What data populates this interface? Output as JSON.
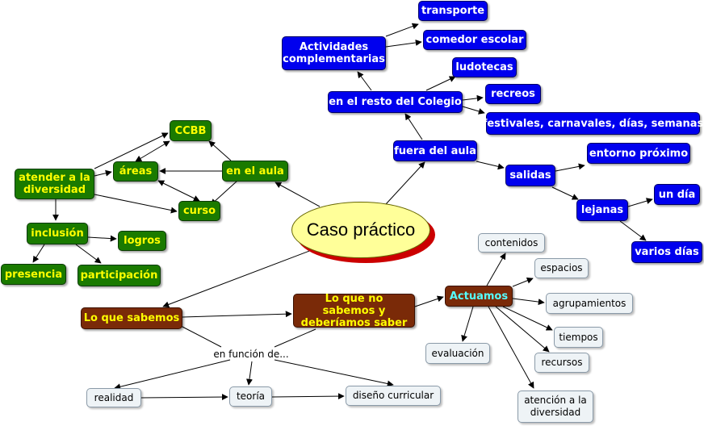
{
  "center": "Caso práctico",
  "nodes": {
    "transporte": "transporte",
    "comedor": "comedor escolar",
    "actividades": "Actividades complementarias",
    "ludotecas": "ludotecas",
    "resto": "en el resto del Colegio",
    "recreos": "recreos",
    "festivales": "festivales, carnavales, días, semanas",
    "fuera": "fuera del aula",
    "entorno": "entorno próximo",
    "salidas": "salidas",
    "undia": "un día",
    "lejanas": "lejanas",
    "variosdias": "varios días",
    "ccbb": "CCBB",
    "atender": "atender a la diversidad",
    "areas": "áreas",
    "enaula": "en el aula",
    "curso": "curso",
    "inclusion": "inclusión",
    "logros": "logros",
    "presencia": "presencia",
    "participacion": "participación",
    "losabemos": "Lo que sabemos",
    "nosabemos": "Lo que no sabemos y deberíamos saber",
    "actuamos": "Actuamos",
    "contenidos": "contenidos",
    "espacios": "espacios",
    "agrupamientos": "agrupamientos",
    "tiempos": "tiempos",
    "evaluacion": "evaluación",
    "recursos": "recursos",
    "atencion": "atención a la diversidad",
    "enfuncion": "en función de...",
    "realidad": "realidad",
    "teoria": "teoría",
    "diseno": "diseño curricular"
  }
}
